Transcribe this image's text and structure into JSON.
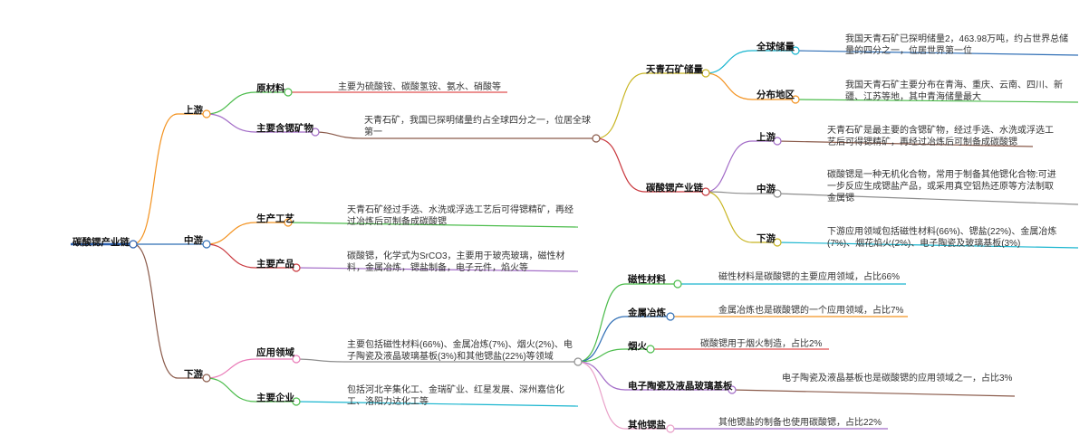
{
  "root": "碳酸锶产业链",
  "up": {
    "label": "上游",
    "raw": {
      "label": "原材料",
      "text": "主要为硫酸铵、碳酸氢铵、氨水、硝酸等"
    },
    "mineral": {
      "label": "主要含锶矿物",
      "text": "天青石矿，我国已探明储量约占全球四分之一，位居全球第一"
    },
    "reserve": {
      "label": "天青石矿储量",
      "global": {
        "label": "全球储量",
        "text": "我国天青石矿已探明储量2，463.98万吨，约占世界总储量的四分之一，位居世界第一位"
      },
      "region": {
        "label": "分布地区",
        "text": "我国天青石矿主要分布在青海、重庆、云南、四川、新疆、江苏等地，其中青海储量最大"
      }
    },
    "chain": {
      "label": "碳酸锶产业链",
      "up": {
        "label": "上游",
        "text": "天青石矿是最主要的含锶矿物，经过手选、水洗或浮选工艺后可得锶精矿，再经过冶炼后可制备成碳酸锶"
      },
      "mid": {
        "label": "中游",
        "text": "碳酸锶是一种无机化合物，常用于制备其他锶化合物:可进一步反应生成锶盐产品，或采用真空铝热还原等方法制取金属锶"
      },
      "down": {
        "label": "下游",
        "text": "下游应用领域包括磁性材料(66%)、锶盐(22%)、金属冶炼(7%)、烟花焰火(2%)、电子陶瓷及玻璃基板(3%)"
      }
    }
  },
  "mid": {
    "label": "中游",
    "process": {
      "label": "生产工艺",
      "text": "天青石矿经过手选、水洗或浮选工艺后可得锶精矿，再经过冶炼后可制备成碳酸锶"
    },
    "product": {
      "label": "主要产品",
      "text": "碳酸锶，化学式为SrCO3，主要用于玻壳玻璃，磁性材料，金属冶炼，锶盐制备，电子元件，焰火等"
    }
  },
  "down": {
    "label": "下游",
    "app": {
      "label": "应用领域",
      "text": "主要包括磁性材料(66%)、金属冶炼(7%)、烟火(2%)、电子陶瓷及液晶玻璃基板(3%)和其他锶盐(22%)等领域",
      "magnetic": {
        "label": "磁性材料",
        "text": "磁性材料是碳酸锶的主要应用领域，占比66%"
      },
      "metal": {
        "label": "金属冶炼",
        "text": "金属冶炼也是碳酸锶的一个应用领域，占比7%"
      },
      "firework": {
        "label": "烟火",
        "text": "碳酸锶用于烟火制造，占比2%"
      },
      "ceramic": {
        "label": "电子陶瓷及液晶玻璃基板",
        "text": "电子陶瓷及液晶基板也是碳酸锶的应用领域之一，占比3%"
      },
      "salt": {
        "label": "其他锶盐",
        "text": "其他锶盐的制备也使用碳酸锶，占比22%"
      }
    },
    "company": {
      "label": "主要企业",
      "text": "包括河北辛集化工、金瑞矿业、红星发展、深州嘉信化工、洛阳力达化工等"
    }
  },
  "colors": {
    "root": "#2b5fad",
    "up": "#f39321",
    "mid": "#2f6eb5",
    "down": "#8a5a4a",
    "raw": "#e14f4f",
    "mineral": "#a26bc7",
    "reserve": "#c8b521",
    "chain": "#c9393f",
    "global": "#19b5cf",
    "region": "#f39321",
    "chainUp": "#a26bc7",
    "chainMid": "#8e8e8e",
    "chainDown": "#19b5cf",
    "process": "#4bbc4b",
    "product": "#c9393f",
    "app": "#8e8e8e",
    "company": "#19b5cf",
    "magnetic": "#19b5cf",
    "metal": "#f39321",
    "firework": "#e14f4f",
    "ceramic": "#8a5a4a",
    "salt": "#a26bc7",
    "magneticEdge": "#4bbc4b",
    "metalEdge": "#2f6eb5",
    "fireworkEdge": "#4bbc4b",
    "ceramicEdge": "#a26bc7",
    "saltEdge": "#e9a0c8",
    "companyEdge": "#4bbc4b",
    "appEdge": "#e97ab7",
    "productEdge": "#c9393f",
    "processEdge": "#f39321"
  }
}
